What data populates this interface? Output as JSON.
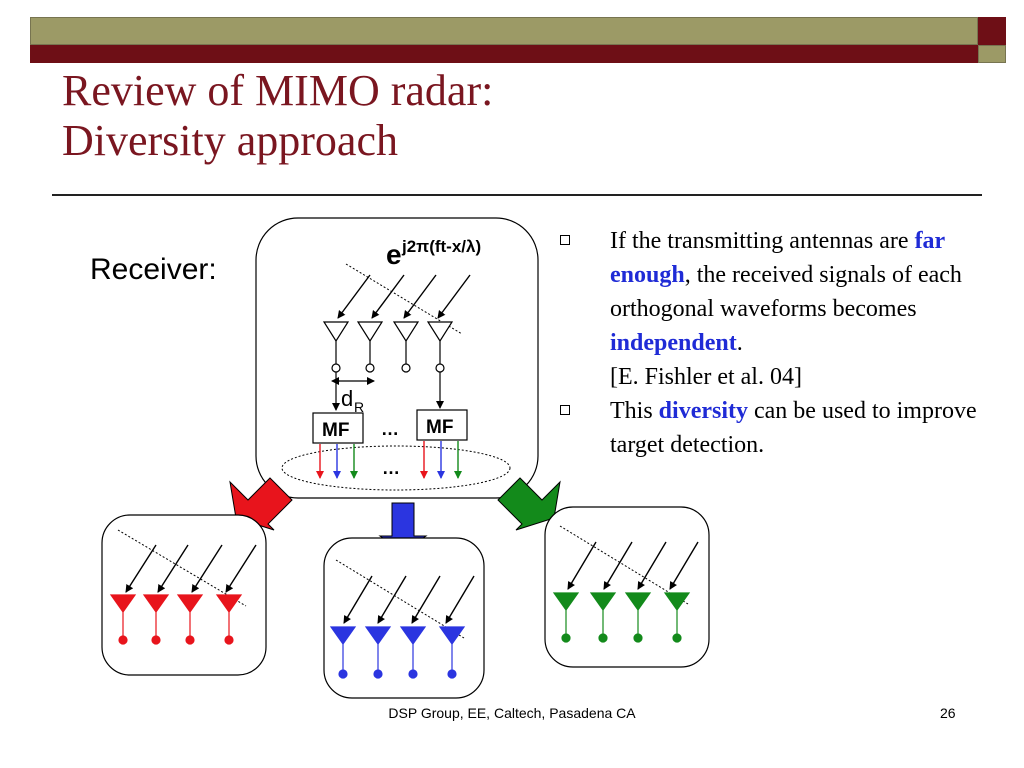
{
  "slide": {
    "title_line1": "Review of MIMO radar:",
    "title_line2": "Diversity approach",
    "receiver_label": "Receiver:",
    "page_number": "26",
    "footer": "DSP Group, EE, Caltech, Pasadena CA"
  },
  "diagram": {
    "exp_base": "e",
    "exp_power": "j2π(ft-x/λ)",
    "spacing_label": "d",
    "spacing_sub": "R",
    "mf_label": "MF",
    "ellipsis": "…",
    "colors": {
      "red": "#e8141c",
      "blue": "#2b35e0",
      "green": "#138a1b",
      "frame": "#000000"
    }
  },
  "bullets": [
    {
      "pre1": "If the transmitting antennas are ",
      "hl1": "far enough",
      "mid1": ", the received signals of each orthogonal waveforms becomes ",
      "hl2": "independent",
      "post1": ".",
      "ref": "[E. Fishler et al. 04]"
    },
    {
      "pre": "This ",
      "hl": "diversity",
      "post": " can be used to improve target detection."
    }
  ]
}
